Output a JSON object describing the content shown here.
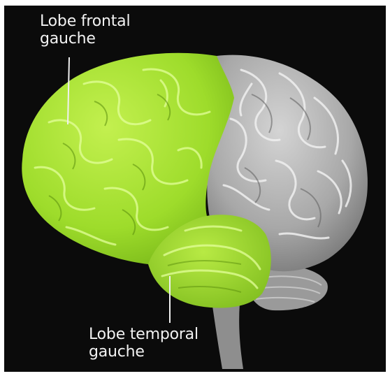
{
  "labels": {
    "frontal": {
      "line1": "Lobe frontal",
      "line2": "gauche"
    },
    "temporal": {
      "line1": "Lobe temporal",
      "line2": "gauche"
    }
  },
  "colors": {
    "background": "#0b0b0b",
    "highlight": "#9fdc2e",
    "brain": "#a9a9a9",
    "text": "#f2f2f2"
  }
}
